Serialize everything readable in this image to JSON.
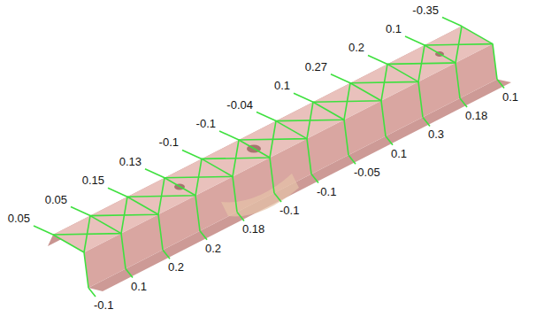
{
  "diagram": {
    "labels": [
      "0.05",
      "0.05",
      "0.15",
      "0.13",
      "-0.1",
      "-0.1",
      "-0.04",
      "0.1",
      "0.27",
      "0.2",
      "0.1",
      "-0.35",
      "-0.1",
      "0.1",
      "0.2",
      "0.2",
      "0.18",
      "-0.1",
      "-0.1",
      "-0.05",
      "0.1",
      "0.3",
      "0.18",
      "0.1"
    ]
  }
}
